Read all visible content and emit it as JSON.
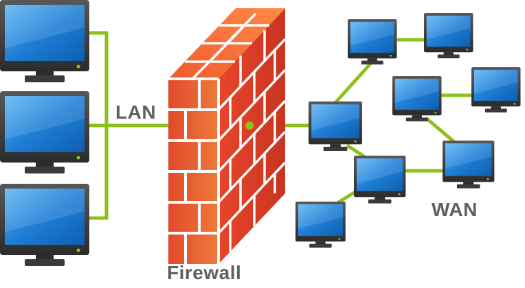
{
  "labels": {
    "lan": "LAN",
    "firewall": "Firewall",
    "wan": "WAN"
  },
  "colors": {
    "link": "#8cc11c",
    "monitor_frame": "#3e3e3e",
    "screen": "#1f7fd6",
    "power_led": "#7bd130",
    "brick": "#e8452a",
    "mortar": "#ffffff"
  },
  "nodes": {
    "lan": [
      "lan-computer-1",
      "lan-computer-2",
      "lan-computer-3"
    ],
    "wan": [
      "wan-computer-1",
      "wan-computer-2",
      "wan-computer-3",
      "wan-computer-4",
      "wan-computer-5",
      "wan-computer-6",
      "wan-computer-7",
      "wan-computer-8"
    ]
  }
}
